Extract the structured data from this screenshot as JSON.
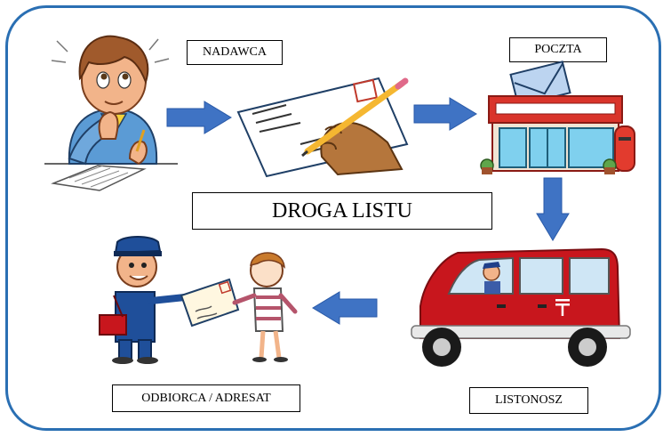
{
  "title": "DROGA LISTU",
  "labels": {
    "sender": "NADAWCA",
    "post_office": "POCZTA",
    "postman": "LISTONOSZ",
    "recipient": "ODBIORCA / ADRESAT"
  },
  "colors": {
    "frame": "#2a6fb3",
    "arrow": "#3f73c4",
    "van": "#c8161d",
    "post_office_roof": "#d9342b"
  },
  "icons": [
    "sender-boy-illustration",
    "envelope-writing-illustration",
    "post-office-illustration",
    "mail-van-illustration",
    "postman-delivery-illustration"
  ]
}
